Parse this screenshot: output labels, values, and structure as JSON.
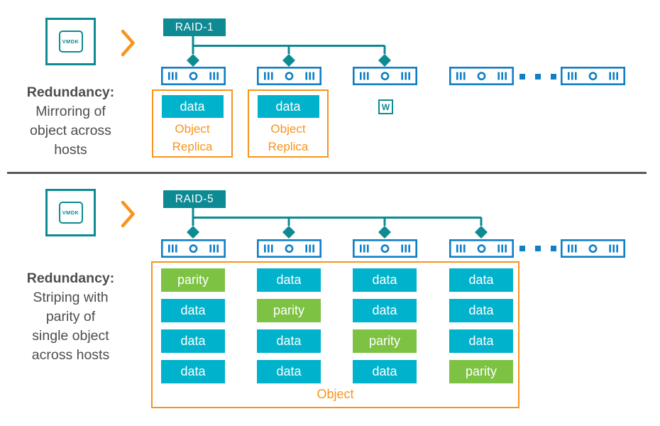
{
  "colors": {
    "teal": "#0E8A93",
    "cyan": "#00B2CB",
    "green": "#7DC242",
    "orange": "#F7941D",
    "host-blue": "#0F7FC6",
    "text-gray": "#4D4D4F",
    "divider-gray": "#58595B"
  },
  "vmdk_label": "VMDK",
  "raid1": {
    "title": "RAID-1",
    "caption": {
      "title": "Redundancy:",
      "lines": [
        "Mirroring of",
        "object across",
        "hosts"
      ]
    },
    "witness_label": "W",
    "replicas": [
      {
        "block_label": "data",
        "caption_line1": "Object",
        "caption_line2": "Replica"
      },
      {
        "block_label": "data",
        "caption_line1": "Object",
        "caption_line2": "Replica"
      }
    ]
  },
  "raid5": {
    "title": "RAID-5",
    "caption": {
      "title": "Redundancy:",
      "lines": [
        "Striping with",
        "parity of",
        "single object",
        "across hosts"
      ]
    },
    "object_label": "Object",
    "grid": [
      [
        "parity",
        "data",
        "data",
        "data"
      ],
      [
        "data",
        "parity",
        "data",
        "data"
      ],
      [
        "data",
        "data",
        "parity",
        "data"
      ],
      [
        "data",
        "data",
        "data",
        "parity"
      ]
    ]
  }
}
